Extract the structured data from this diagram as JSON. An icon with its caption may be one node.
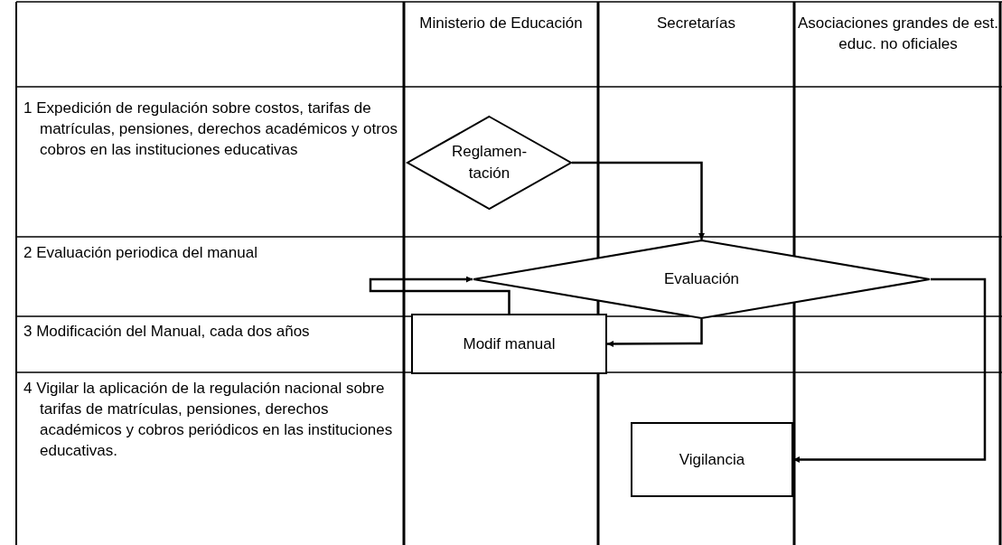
{
  "diagram": {
    "nodes": [
      {
        "text": [
          "Reglamen-tación"
        ]
      },
      {
        "text": [
          "Evaluación"
        ]
      },
      {
        "text": [
          "Modif manual"
        ]
      },
      {
        "text": [
          "Vigilancia"
        ]
      }
    ],
    "edges": [
      {
        "from": 0,
        "to": 1,
        "arrow": "to"
      },
      {
        "from": 1,
        "to": 2,
        "arrow": "to"
      },
      {
        "from": 2,
        "to": 1,
        "arrow": "to"
      },
      {
        "from": 1,
        "to": 3,
        "arrow": "to"
      }
    ],
    "labels": [
      "Ministerio de Educación",
      "Secretarías",
      "Asociaciones grandes de est. educ. no oficiales",
      "1 Expedición de regulación sobre costos, tarifas de matrículas, pensiones, derechos académicos y otros cobros en las instituciones educativas",
      "2 Evaluación periodica del manual",
      "3 Modificación del Manual, cada dos años",
      "4 Vigilar la aplicación de la regulación nacional sobre tarifas de matrículas, pensiones, derechos académicos y cobros periódicos en las instituciones educativas."
    ]
  }
}
